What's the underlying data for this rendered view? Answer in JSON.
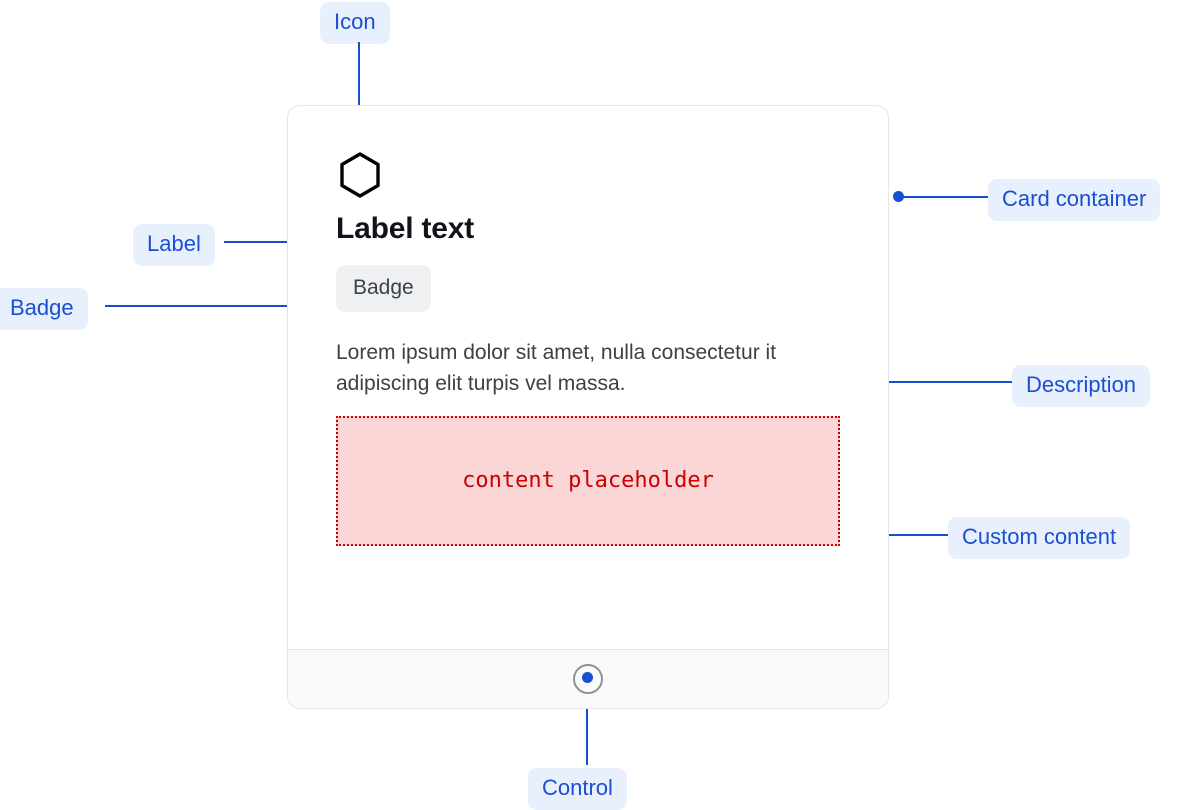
{
  "theme": {
    "annotation_text_color": "#1a4fd0",
    "annotation_bg_color": "#e8f0fe",
    "leader_color": "#1550d0",
    "card_border_color": "#e4e6e9",
    "badge_bg_color": "#eff0f2",
    "placeholder_bg_color": "#fbd6d6",
    "placeholder_border_color": "#cc0000",
    "footer_bg_color": "#fafafa"
  },
  "annotations": {
    "icon": "Icon",
    "label": "Label",
    "badge": "Badge",
    "card_container": "Card container",
    "description": "Description",
    "custom_content": "Custom content",
    "control": "Control"
  },
  "card": {
    "icon_name": "hexagon-icon",
    "title": "Label text",
    "badge": "Badge",
    "description": "Lorem ipsum dolor sit amet, nulla consectetur it adipiscing elit turpis vel massa.",
    "placeholder_text": "content placeholder",
    "footer": {
      "control_name": "radio-control"
    }
  }
}
